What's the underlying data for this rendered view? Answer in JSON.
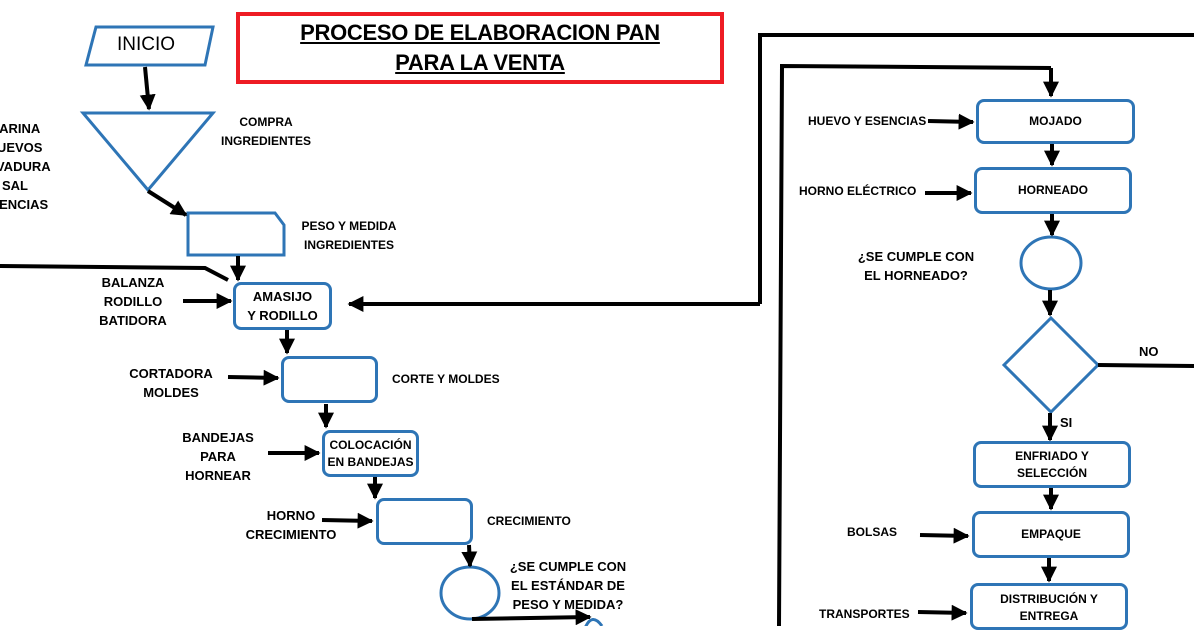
{
  "title": {
    "line1": "PROCESO DE ELABORACION PAN",
    "line2": "PARA LA VENTA"
  },
  "colors": {
    "box_border": "#2e75b6",
    "connector": "#000000",
    "title_border": "#ee1c24"
  },
  "left_column": {
    "inicio": "INICIO",
    "ingredients": [
      "HARINA",
      "HUEVOS",
      "LEVADURA",
      "SAL",
      "ESENCIAS"
    ],
    "compra": [
      "COMPRA",
      "INGREDIENTES"
    ],
    "peso": [
      "PESO Y MEDIDA",
      "INGREDIENTES"
    ],
    "amasijo_inputs": [
      "BALANZA",
      "RODILLO",
      "BATIDORA"
    ],
    "amasijo": [
      "AMASIJO",
      "Y RODILLO"
    ],
    "corte_inputs": [
      "CORTADORA",
      "MOLDES"
    ],
    "corte": "CORTE Y MOLDES",
    "bandejas_inputs": [
      "BANDEJAS",
      "PARA",
      "HORNEAR"
    ],
    "colocacion": [
      "COLOCACIÓN",
      "EN BANDEJAS"
    ],
    "crec_inputs": [
      "HORNO",
      "CRECIMIENTO"
    ],
    "crecimiento": "CRECIMIENTO",
    "question": [
      "¿SE CUMPLE CON",
      "EL ESTÁNDAR DE",
      "PESO Y MEDIDA?"
    ]
  },
  "right_column": {
    "mojado_input": "HUEVO Y ESENCIAS",
    "mojado": "MOJADO",
    "horno_input": "HORNO ELÉCTRICO",
    "horneado": "HORNEADO",
    "question": [
      "¿SE CUMPLE CON",
      "EL HORNEADO?"
    ],
    "no": "NO",
    "si": "SI",
    "enfriado": [
      "ENFRIADO Y",
      "SELECCIÓN"
    ],
    "bolsas": "BOLSAS",
    "empaque": "EMPAQUE",
    "transportes": "TRANSPORTES",
    "distribucion": [
      "DISTRIBUCIÓN Y",
      "ENTREGA"
    ]
  }
}
